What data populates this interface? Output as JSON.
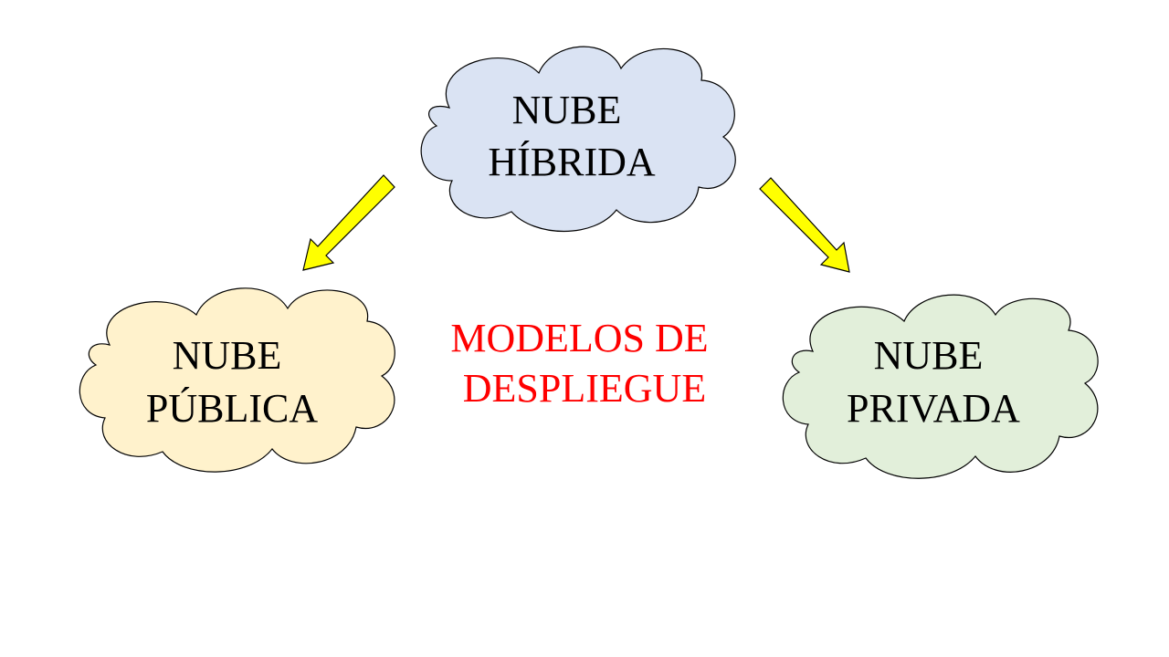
{
  "title": {
    "line1": "MODELOS DE",
    "line2": "DESPLIEGUE",
    "color": "#ff0000"
  },
  "nodes": {
    "hybrid": {
      "line1": "NUBE",
      "line2": "HÍBRIDA",
      "fill": "#dae3f3"
    },
    "public": {
      "line1": "NUBE",
      "line2": "PÚBLICA",
      "fill": "#fff2cc"
    },
    "private": {
      "line1": "NUBE",
      "line2": "PRIVADA",
      "fill": "#e2efda"
    }
  },
  "arrows": {
    "fill": "#ffff00",
    "stroke": "#000000"
  }
}
